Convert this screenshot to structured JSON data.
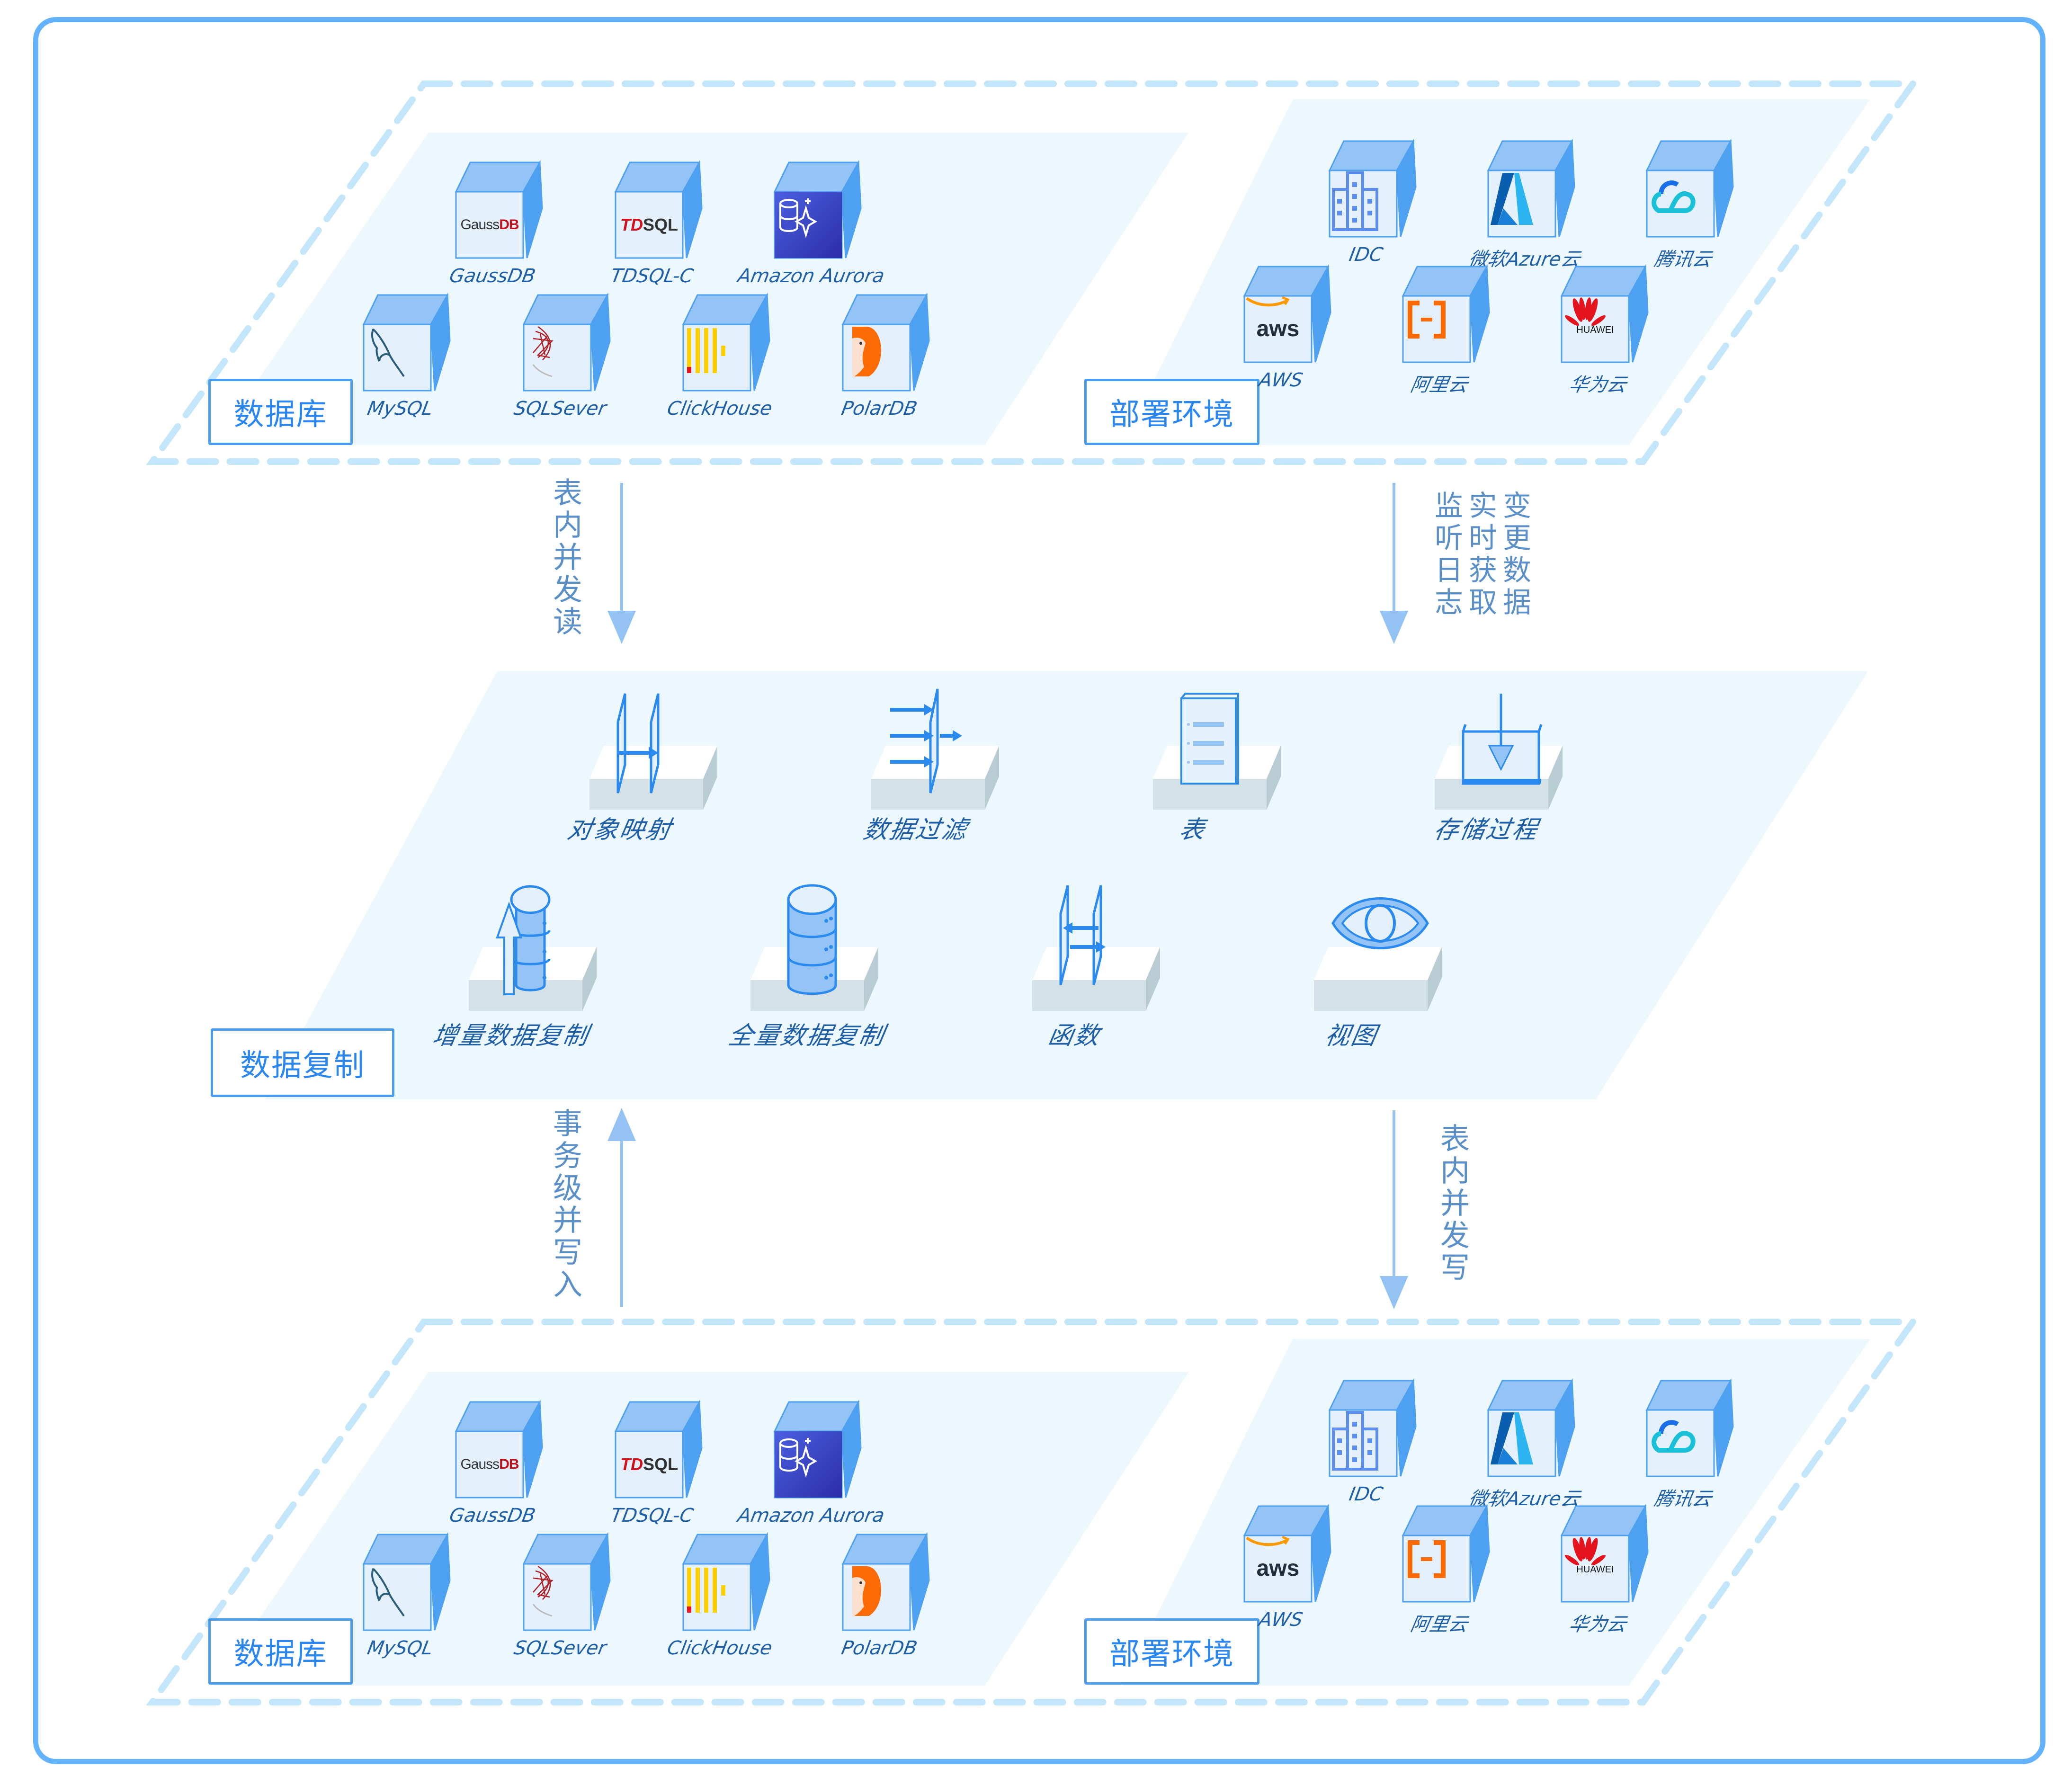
{
  "colors": {
    "frame": "#62b2fd",
    "panel": "#ecf7fe",
    "dash": "#c4e6fb",
    "cube_top": "#93c4f5",
    "cube_side": "#4ea0f0",
    "cube_front": "#e4f1fd",
    "label_text": "#2a86f0",
    "item_text": "#1e5fa8",
    "arrow": "#94c3f3",
    "arrow_text": "#5a8fc7"
  },
  "source": {
    "database": {
      "title": "数据库",
      "items": [
        {
          "name": "GaussDB",
          "icon": "gaussdb-logo"
        },
        {
          "name": "TDSQL-C",
          "icon": "tdsql-logo"
        },
        {
          "name": "Amazon Aurora",
          "icon": "aurora-logo"
        },
        {
          "name": "MySQL",
          "icon": "mysql-dolphin-logo"
        },
        {
          "name": "SQLSever",
          "icon": "sqlserver-logo"
        },
        {
          "name": "ClickHouse",
          "icon": "clickhouse-logo"
        },
        {
          "name": "PolarDB",
          "icon": "polardb-logo"
        }
      ],
      "logo_text": {
        "gauss_a": "Gauss",
        "gauss_b": "DB",
        "td_a": "TD",
        "td_b": "SQL"
      }
    },
    "deploy": {
      "title": "部署环境",
      "items": [
        {
          "name": "IDC",
          "icon": "building-icon"
        },
        {
          "name": "微软Azure云",
          "icon": "azure-logo"
        },
        {
          "name": "腾讯云",
          "icon": "tencent-cloud-logo"
        },
        {
          "name": "AWS",
          "icon": "aws-logo"
        },
        {
          "name": "阿里云",
          "icon": "aliyun-logo"
        },
        {
          "name": "华为云",
          "icon": "huawei-logo"
        }
      ],
      "logo_text": {
        "aws": "aws",
        "huawei": "HUAWEI"
      }
    }
  },
  "target": {
    "database": {
      "title": "数据库",
      "items": [
        {
          "name": "GaussDB"
        },
        {
          "name": "TDSQL-C"
        },
        {
          "name": "Amazon Aurora"
        },
        {
          "name": "MySQL"
        },
        {
          "name": "SQLSever"
        },
        {
          "name": "ClickHouse"
        },
        {
          "name": "PolarDB"
        }
      ]
    },
    "deploy": {
      "title": "部署环境",
      "items": [
        {
          "name": "IDC"
        },
        {
          "name": "微软Azure云"
        },
        {
          "name": "腾讯云"
        },
        {
          "name": "AWS"
        },
        {
          "name": "阿里云"
        },
        {
          "name": "华为云"
        }
      ]
    }
  },
  "replication": {
    "title": "数据复制",
    "features": [
      {
        "name": "对象映射",
        "icon": "object-mapping-icon"
      },
      {
        "name": "数据过滤",
        "icon": "data-filter-icon"
      },
      {
        "name": "表",
        "icon": "table-icon"
      },
      {
        "name": "存储过程",
        "icon": "stored-procedure-icon"
      },
      {
        "name": "增量数据复制",
        "icon": "incremental-replication-icon"
      },
      {
        "name": "全量数据复制",
        "icon": "full-replication-icon"
      },
      {
        "name": "函数",
        "icon": "function-icon"
      },
      {
        "name": "视图",
        "icon": "view-eye-icon"
      }
    ]
  },
  "arrows": {
    "read": {
      "text": "表内并发读",
      "direction": "down"
    },
    "log": {
      "lines": [
        "监实变",
        "听时更",
        "日获数",
        "志取据"
      ],
      "direction": "down"
    },
    "tx_write": {
      "text": "事务级并写入",
      "direction": "up"
    },
    "write": {
      "text": "表内并发写",
      "direction": "down"
    }
  }
}
